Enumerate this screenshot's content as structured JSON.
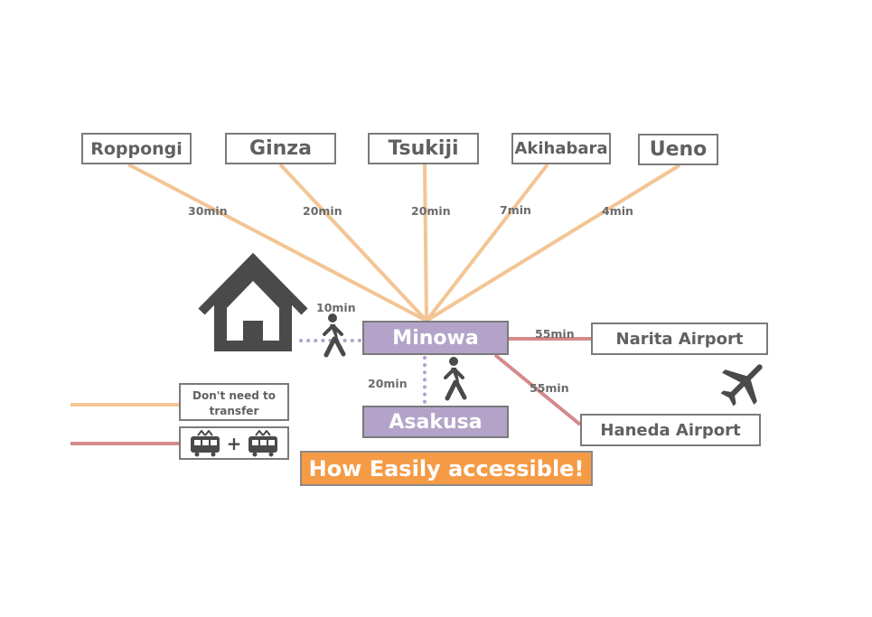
{
  "colors": {
    "direct_line": "#f3c594",
    "transfer_line": "#d4898a",
    "walk_dots": "#b3a3c9",
    "hub_fill": "#b3a3c9",
    "banner_fill": "#f59b45",
    "icon_dark": "#4a4a4a"
  },
  "destinations": [
    {
      "key": "roppongi",
      "name": "Roppongi",
      "time": "30min"
    },
    {
      "key": "ginza",
      "name": "Ginza",
      "time": "20min"
    },
    {
      "key": "tsukiji",
      "name": "Tsukiji",
      "time": "20min"
    },
    {
      "key": "akihabara",
      "name": "Akihabara",
      "time": "7min"
    },
    {
      "key": "ueno",
      "name": "Ueno",
      "time": "4min"
    }
  ],
  "hub": {
    "name": "Minowa"
  },
  "walks": {
    "home": {
      "time": "10min"
    },
    "asakusa": {
      "name": "Asakusa",
      "time": "20min"
    }
  },
  "airports": [
    {
      "key": "narita",
      "name": "Narita Airport",
      "time": "55min"
    },
    {
      "key": "haneda",
      "name": "Haneda Airport",
      "time": "55min"
    }
  ],
  "legend": {
    "direct_label": "Don't need to transfer",
    "plus": "+"
  },
  "icons": {
    "home": "house-icon",
    "walk": "walking-person-icon",
    "plane": "airplane-icon",
    "train": "train-icon"
  },
  "banner": {
    "text": "How Easily accessible!"
  }
}
